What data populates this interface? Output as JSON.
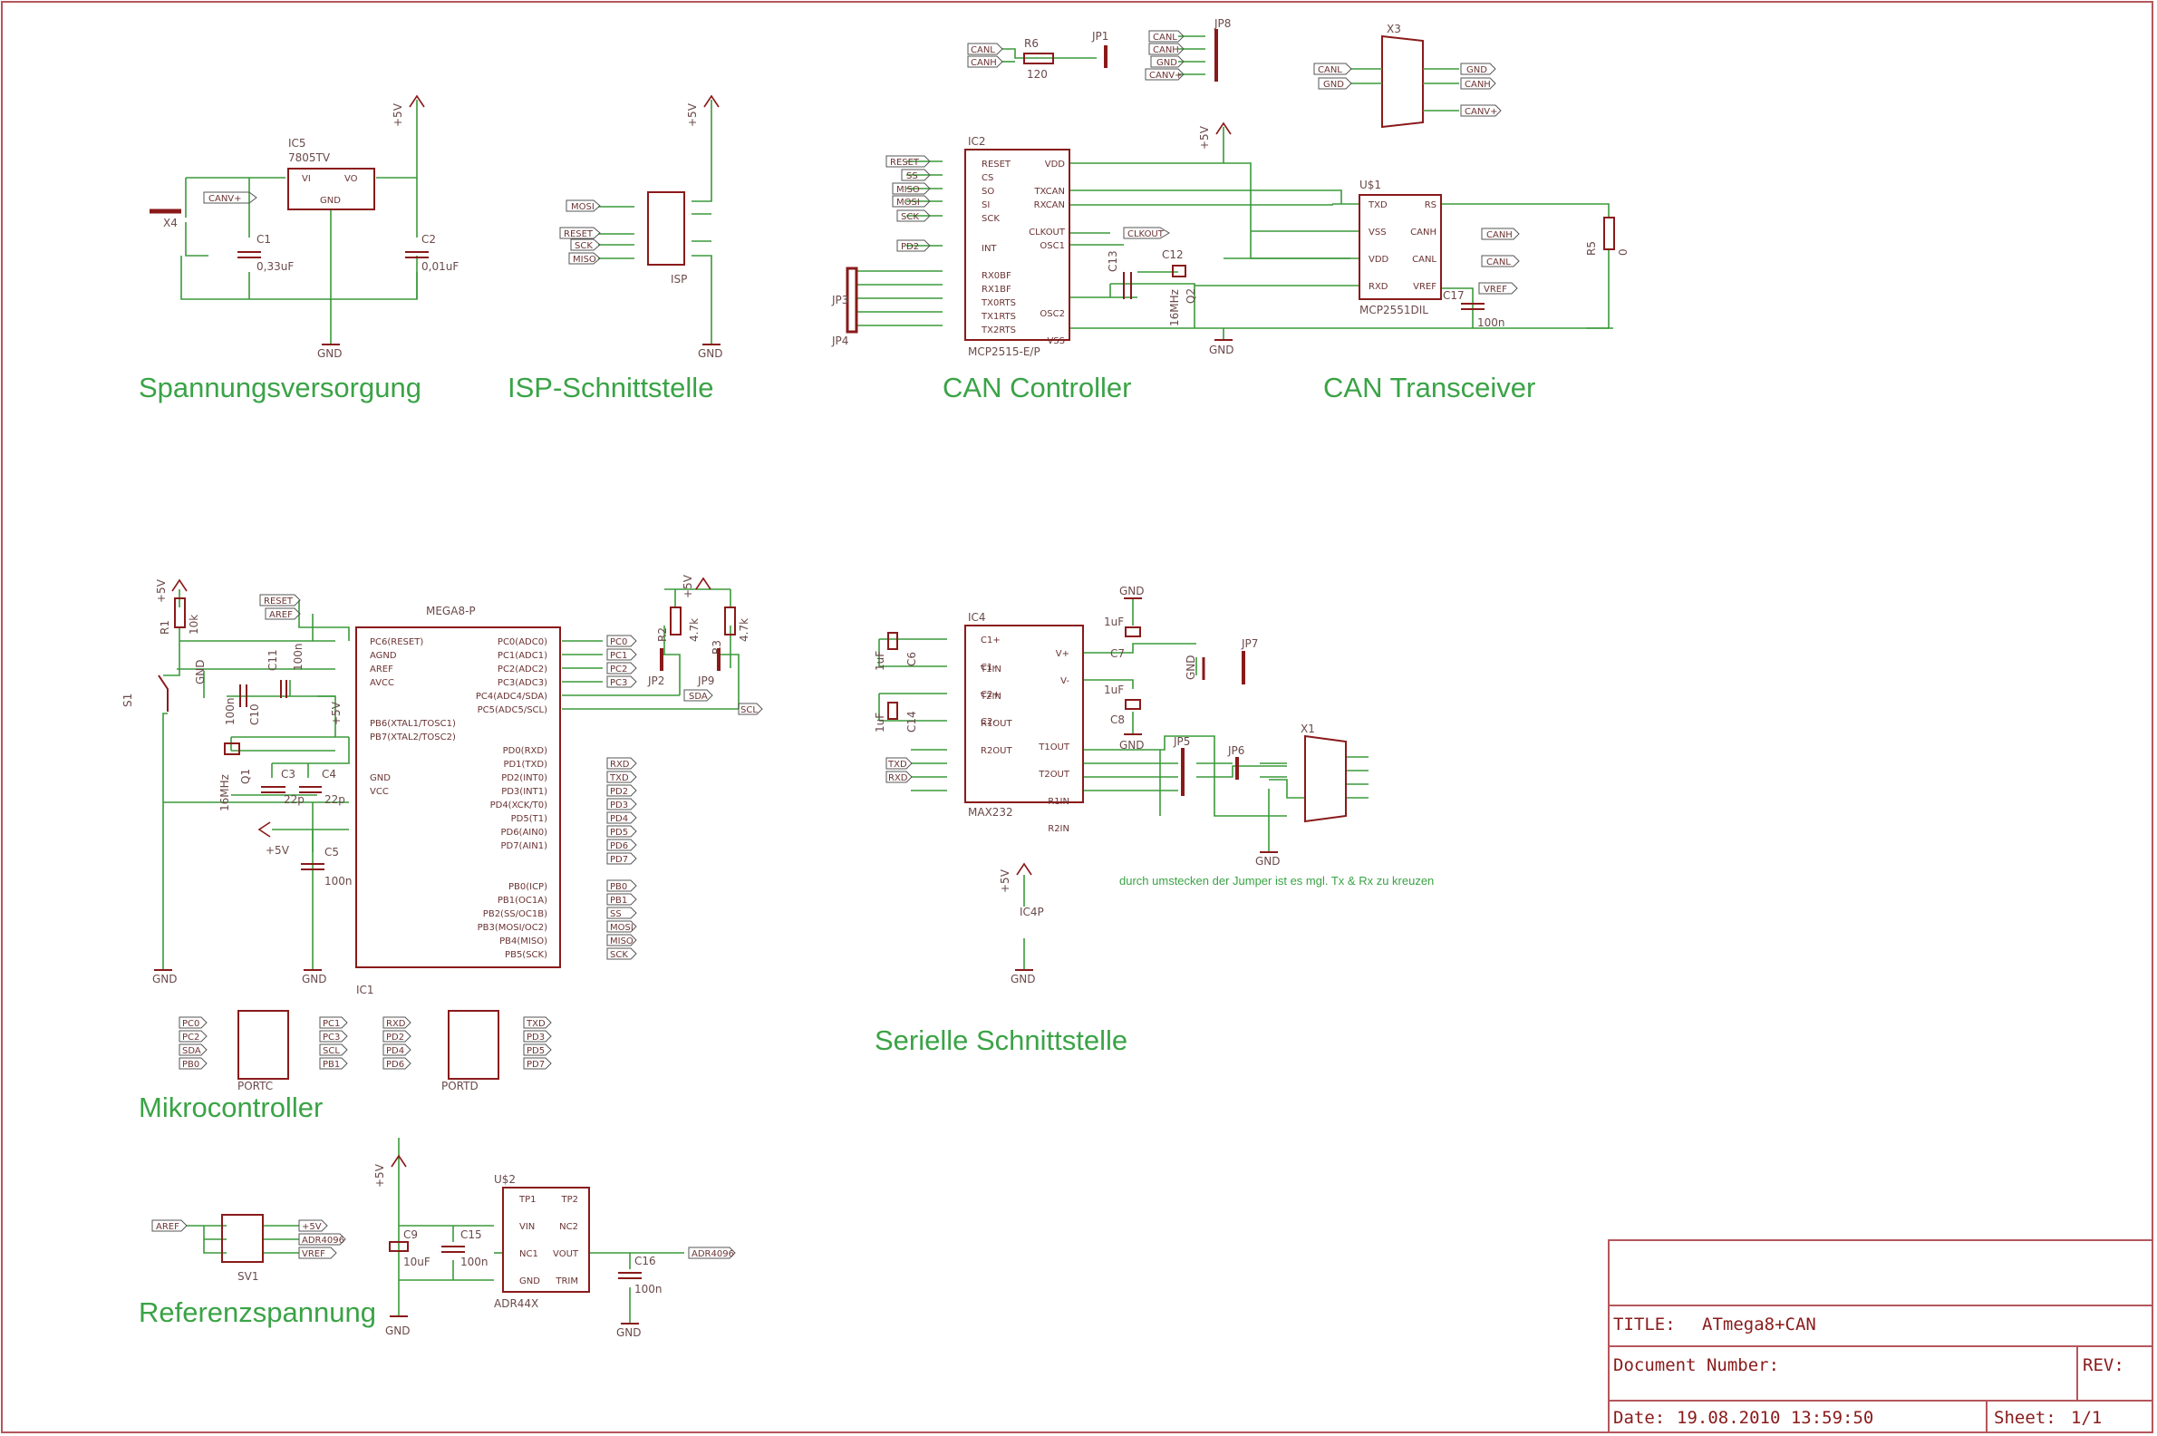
{
  "sections": {
    "power": "Spannungsversorgung",
    "isp": "ISP-Schnittstelle",
    "can_controller": "CAN Controller",
    "can_transceiver": "CAN Transceiver",
    "mcu": "Mikrocontroller",
    "serial": "Serielle Schnittstelle",
    "reference": "Referenzspannung"
  },
  "note": "durch umstecken der Jumper ist es mgl. Tx & Rx zu kreuzen",
  "title_block": {
    "title_label": "TITLE:",
    "title_value": "ATmega8+CAN",
    "docnum_label": "Document Number:",
    "rev_label": "REV:",
    "date_label": "Date:",
    "date_value": "19.08.2010 13:59:50",
    "sheet_label": "Sheet:",
    "sheet_value": "1/1"
  },
  "components": {
    "ic5": {
      "ref": "IC5",
      "part": "7805TV",
      "vi": "VI",
      "vo": "VO",
      "gnd": "GND"
    },
    "x4": "X4",
    "c1": {
      "ref": "C1",
      "value": "0,33uF"
    },
    "c2": {
      "ref": "C2",
      "value": "0,01uF"
    },
    "isp": "ISP",
    "ic2": {
      "ref": "IC2",
      "part": "MCP2515-E/P",
      "pins_left": [
        "RESET",
        "CS",
        "SO",
        "SI",
        "SCK",
        "INT",
        "RX0BF",
        "RX1BF",
        "TX0RTS",
        "TX1RTS",
        "TX2RTS"
      ],
      "pins_right": [
        "VDD",
        "TXCAN",
        "RXCAN",
        "CLKOUT",
        "OSC1",
        "OSC2",
        "VSS"
      ]
    },
    "u1": {
      "ref": "U$1",
      "part": "MCP2551DIL",
      "pins_left": [
        "TXD",
        "VSS",
        "VDD",
        "RXD"
      ],
      "pins_right": [
        "RS",
        "CANH",
        "CANL",
        "VREF"
      ]
    },
    "r5": {
      "ref": "R5",
      "value": "0"
    },
    "r6": {
      "ref": "R6",
      "value": "120"
    },
    "c13": "C13",
    "c12": "C12",
    "q2": "Q2",
    "q2_freq": "16MHz",
    "c17": {
      "ref": "C17",
      "value": "100n"
    },
    "jp1": "JP1",
    "jp8": "JP8",
    "jp3": "JP3",
    "jp4": "JP4",
    "x3": "X3",
    "ic1": {
      "ref": "IC1",
      "part": "MEGA8-P",
      "pins_left": [
        "PC6(RESET)",
        "AGND",
        "AREF",
        "AVCC",
        "PB6(XTAL1/TOSC1)",
        "PB7(XTAL2/TOSC2)",
        "GND",
        "VCC"
      ],
      "pins_right": [
        "PC0(ADC0)",
        "PC1(ADC1)",
        "PC2(ADC2)",
        "PC3(ADC3)",
        "PC4(ADC4/SDA)",
        "PC5(ADC5/SCL)",
        "PD0(RXD)",
        "PD1(TXD)",
        "PD2(INT0)",
        "PD3(INT1)",
        "PD4(XCK/T0)",
        "PD5(T1)",
        "PD6(AIN0)",
        "PD7(AIN1)",
        "PB0(ICP)",
        "PB1(OC1A)",
        "PB2(SS/OC1B)",
        "PB3(MOSI/OC2)",
        "PB4(MISO)",
        "PB5(SCK)"
      ]
    },
    "r1": {
      "ref": "R1",
      "value": "10k"
    },
    "r2": {
      "ref": "R2",
      "value": "4.7k"
    },
    "r3": {
      "ref": "R3",
      "value": "4.7k"
    },
    "s1": "S1",
    "c11": "C11",
    "c11_value": "100n",
    "c10": "C10",
    "c10_value": "100n",
    "q1": "Q1",
    "q1_freq": "16MHz",
    "c3": {
      "ref": "C3",
      "value": "22p"
    },
    "c4": {
      "ref": "C4",
      "value": "22p"
    },
    "c5": {
      "ref": "C5",
      "value": "100n"
    },
    "jp2": "JP2",
    "jp9": "JP9",
    "portc": "PORTC",
    "portd": "PORTD",
    "ic4": {
      "ref": "IC4",
      "part": "MAX232",
      "pins_left": [
        "C1+",
        "C1-",
        "C2+",
        "C2-",
        "T1IN",
        "T2IN",
        "R1OUT",
        "R2OUT"
      ],
      "pins_right": [
        "V+",
        "V-",
        "T1OUT",
        "T2OUT",
        "R1IN",
        "R2IN"
      ]
    },
    "ic4p": "IC4P",
    "c6": "C6",
    "c7": "C7",
    "c8": "C8",
    "c14": "C14",
    "cap_1u": "1uF",
    "jp5": "JP5",
    "jp6": "JP6",
    "jp7": "JP7",
    "x1": "X1",
    "sv1": "SV1",
    "u2": {
      "ref": "U$2",
      "part": "ADR44X",
      "pins_left": [
        "TP1",
        "VIN",
        "NC1",
        "GND"
      ],
      "pins_right": [
        "TP2",
        "NC2",
        "VOUT",
        "TRIM"
      ]
    },
    "c9": {
      "ref": "C9",
      "value": "10uF"
    },
    "c15": {
      "ref": "C15",
      "value": "100n"
    },
    "c16": {
      "ref": "C16",
      "value": "100n"
    }
  },
  "supply": {
    "vcc": "+5V",
    "gnd": "GND"
  },
  "net_labels": {
    "canv": "CANV+",
    "canl": "CANL",
    "canh": "CANH",
    "gnd": "GND",
    "mosi": "MOSI",
    "miso": "MISO",
    "sck": "SCK",
    "reset": "RESET",
    "ss": "SS",
    "pd2": "PD2",
    "clkout": "CLKOUT",
    "vref": "VREF",
    "aref": "AREF",
    "sda": "SDA",
    "scl": "SCL",
    "pc0": "PC0",
    "pc1": "PC1",
    "pc2": "PC2",
    "pc3": "PC3",
    "rxd": "RXD",
    "txd": "TXD",
    "pd3": "PD3",
    "pd4": "PD4",
    "pd5": "PD5",
    "pd6": "PD6",
    "pd7": "PD7",
    "pb0": "PB0",
    "pb1": "PB1",
    "adr": "ADR4096",
    "v5": "+5V"
  },
  "colors": {
    "frame": "#b5565c",
    "wire": "#3a9a3a",
    "part": "#8a1a1a",
    "text_green": "#3aa346"
  }
}
